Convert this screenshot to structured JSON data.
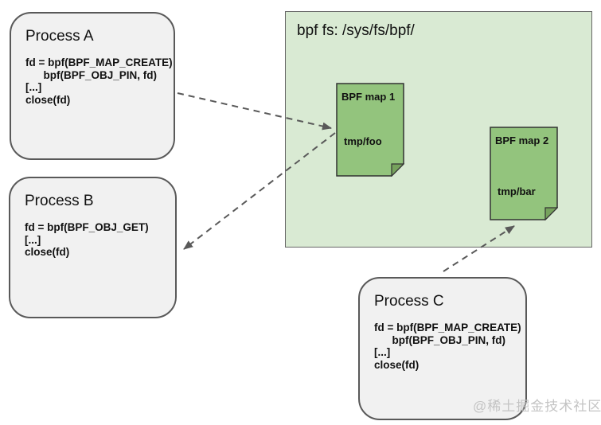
{
  "diagram": {
    "process_a": {
      "title": "Process A",
      "code_lines": [
        "fd = bpf(BPF_MAP_CREATE)",
        "      bpf(BPF_OBJ_PIN, fd)",
        "[...]",
        "close(fd)"
      ]
    },
    "process_b": {
      "title": "Process B",
      "code_lines": [
        "fd = bpf(BPF_OBJ_GET)",
        "[...]",
        "close(fd)"
      ]
    },
    "process_c": {
      "title": "Process C",
      "code_lines": [
        "fd = bpf(BPF_MAP_CREATE)",
        "      bpf(BPF_OBJ_PIN, fd)",
        "[...]",
        "close(fd)"
      ]
    },
    "bpf_fs": {
      "title": "bpf fs: /sys/fs/bpf/",
      "maps": [
        {
          "title": "BPF map 1",
          "path": "tmp/foo"
        },
        {
          "title": "BPF map 2",
          "path": "tmp/bar"
        }
      ]
    },
    "watermark": "@稀土掘金技术社区",
    "colors": {
      "process_fill": "#f1f1f1",
      "process_border": "#595959",
      "fs_fill": "#d9ead3",
      "fs_border": "#666666",
      "map_fill": "#93c47d",
      "map_fold": "#76a25d",
      "map_border": "#333333",
      "arrow": "#595959",
      "watermark_text": "#c4c4c4"
    }
  }
}
